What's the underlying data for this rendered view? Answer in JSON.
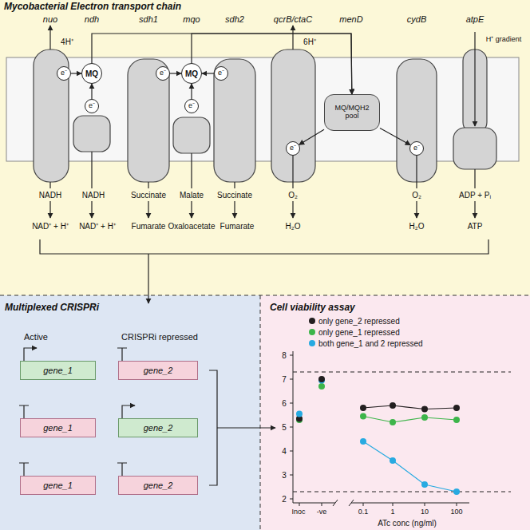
{
  "diagram": {
    "title": "Mycobacterial Electron transport chain",
    "nodes": [
      {
        "text": [
          "MQ"
        ]
      },
      {
        "text": [
          "e⁻"
        ]
      },
      {
        "text": [
          "e⁻"
        ]
      },
      {
        "text": [
          "e⁻"
        ]
      },
      {
        "text": [
          "MQ"
        ]
      },
      {
        "text": [
          "e⁻"
        ]
      },
      {
        "text": [
          "e⁻"
        ]
      },
      {
        "text": [
          "e⁻"
        ]
      },
      {
        "text": [
          "MQ/MQH2 pool"
        ]
      },
      {
        "text": [
          "e⁻"
        ]
      },
      {
        "text": [
          "gene_1"
        ]
      },
      {
        "text": [
          "gene_2"
        ]
      },
      {
        "text": [
          "gene_1"
        ]
      },
      {
        "text": [
          "gene_2"
        ]
      },
      {
        "text": [
          "gene_1"
        ]
      },
      {
        "text": [
          "gene_2"
        ]
      }
    ],
    "edges": [
      {
        "from": 1,
        "to": 0,
        "arrow": "to"
      },
      {
        "from": 2,
        "to": 0,
        "arrow": "to"
      },
      {
        "from": 3,
        "to": 4,
        "arrow": "to"
      },
      {
        "from": 5,
        "to": 4,
        "arrow": "to"
      },
      {
        "from": 6,
        "to": 4,
        "arrow": "to"
      },
      {
        "from": 0,
        "to": 8,
        "arrow": "to"
      },
      {
        "from": 4,
        "to": 8,
        "arrow": "to"
      },
      {
        "from": 8,
        "to": 7,
        "arrow": "to"
      },
      {
        "from": 8,
        "to": 9,
        "arrow": "to"
      }
    ],
    "labels": [
      "nuo",
      "ndh",
      "sdh1",
      "mqo",
      "sdh2",
      "qcrB/ctaC",
      "menD",
      "cydB",
      "atpE",
      "4H⁺",
      "6H⁺",
      "NADH",
      "NAD⁺ + H⁺",
      "NADH",
      "NAD⁺ + H⁺",
      "Succinate",
      "Fumarate",
      "Malate",
      "Oxaloacetate",
      "Succinate",
      "Fumarate",
      "O₂",
      "H₂O",
      "O₂",
      "H₂O",
      "H⁺ gradient",
      "ADP + Pᵢ",
      "ATP",
      "Multiplexed CRISPRi",
      "Active",
      "CRISPRi repressed",
      "Cell viability assay",
      "8",
      "7",
      "6",
      "5",
      "4",
      "3",
      "2",
      "Inoc",
      "-ve",
      "0.1",
      "1",
      "10",
      "100",
      "ATc conc (ng/ml)"
    ],
    "legend": [
      {
        "text": "only gene_2 repressed",
        "color": "#231f20"
      },
      {
        "text": "only gene_1 repressed",
        "color": "#3db54a"
      },
      {
        "text": "both gene_1 and 2 repressed",
        "color": "#27aae1"
      }
    ]
  }
}
